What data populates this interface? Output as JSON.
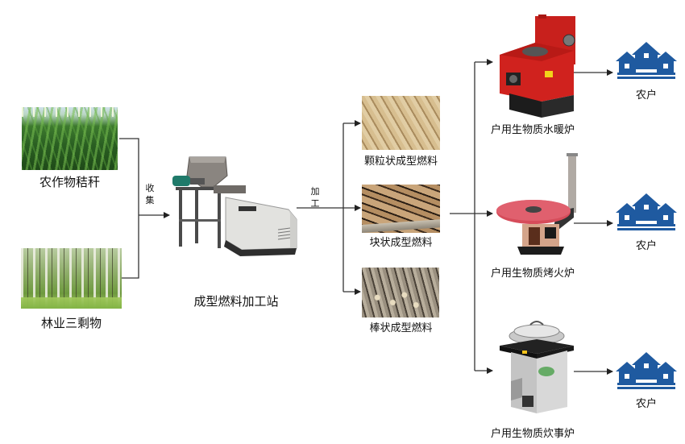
{
  "diagram": {
    "sources": [
      {
        "label": "农作物秸秆",
        "image": "corn-field-photo"
      },
      {
        "label": "林业三剩物",
        "image": "forest-photo"
      }
    ],
    "collect_label_chars": [
      "收",
      "集"
    ],
    "station": {
      "label": "成型燃料加工站",
      "image": "fuel-press-machine-photo"
    },
    "process_label_chars": [
      "加",
      "工"
    ],
    "fuels": [
      {
        "label": "颗粒状成型燃料",
        "image": "pellet-fuel-photo"
      },
      {
        "label": "块状成型燃料",
        "image": "block-fuel-photo"
      },
      {
        "label": "棒状成型燃料",
        "image": "rod-fuel-photo"
      }
    ],
    "stoves": [
      {
        "label": "户用生物质水暖炉",
        "image": "red-water-heating-stove-photo"
      },
      {
        "label": "户用生物质烤火炉",
        "image": "round-heating-stove-photo"
      },
      {
        "label": "户用生物质炊事炉",
        "image": "cooking-stove-photo"
      }
    ],
    "households": [
      {
        "label": "农户",
        "icon": "houses-icon"
      },
      {
        "label": "农户",
        "icon": "houses-icon"
      },
      {
        "label": "农户",
        "icon": "houses-icon"
      }
    ],
    "colors": {
      "line": "#333333",
      "house_blue": "#1f5aa0",
      "stove_red": "#c8201c"
    }
  }
}
